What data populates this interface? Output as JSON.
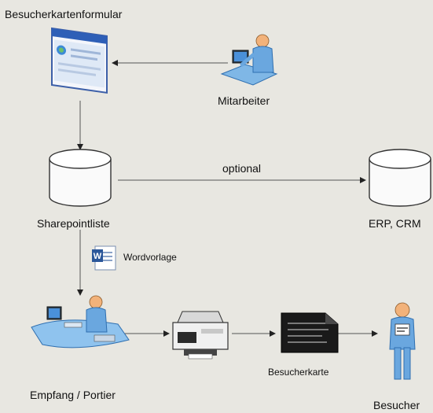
{
  "labels": {
    "form": "Besucherkartenformular",
    "employee": "Mitarbeiter",
    "sharepoint": "Sharepointliste",
    "optional": "optional",
    "erp": "ERP, CRM",
    "wordtemplate": "Wordvorlage",
    "reception": "Empfang / Portier",
    "visitor_card": "Besucherkarte",
    "visitor": "Besucher"
  },
  "word_icon_text": "W",
  "colors": {
    "background": "#e8e7e1",
    "line": "#555555",
    "person_blue": "#6aa7df",
    "person_skin": "#f2b27a",
    "desk_blue": "#8fc3ee",
    "card_dark": "#1a1a1a"
  }
}
